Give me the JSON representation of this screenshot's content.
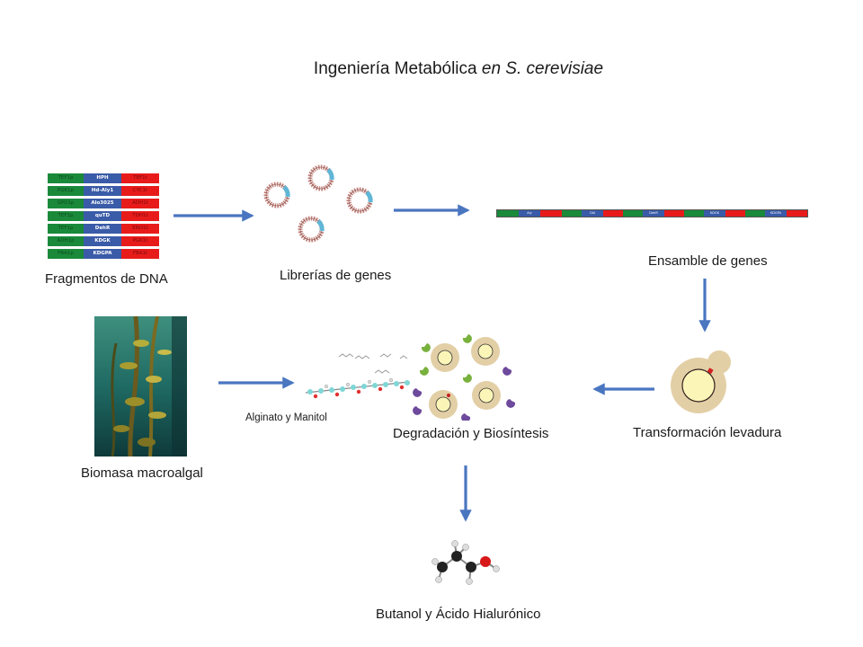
{
  "title": {
    "main": "Ingeniería Metabólica ",
    "italic": "en S. cerevisiae"
  },
  "fragments": {
    "label": "Fragmentos de DNA",
    "rows": [
      {
        "promoter": "TEF1p",
        "gene": "HPH",
        "terminator": "TEF1t"
      },
      {
        "promoter": "PGK1p",
        "gene": "Hd-Aly1",
        "terminator": "CYC1t"
      },
      {
        "promoter": "GPD1p",
        "gene": "Alo3025",
        "terminator": "ADH1t"
      },
      {
        "promoter": "TEF1p",
        "gene": "quTD",
        "terminator": "TDH1t"
      },
      {
        "promoter": "TEF1p",
        "gene": "DehR",
        "terminator": "ENO1t"
      },
      {
        "promoter": "ADH1p",
        "gene": "KDGK",
        "terminator": "PGK1t"
      },
      {
        "promoter": "FBA1p",
        "gene": "KDGPA",
        "terminator": "FBA1t"
      }
    ]
  },
  "libraries": {
    "label": "Librerías de genes"
  },
  "assembly": {
    "label": "Ensamble de genes",
    "segments": [
      "",
      "Aly",
      "",
      "",
      "OAl",
      "",
      "",
      "DehR",
      "",
      "",
      "KDGK",
      "",
      "",
      "KDGPA",
      ""
    ]
  },
  "transformation": {
    "label": "Transformación levadura"
  },
  "biomass": {
    "label": "Biomasa macroalgal"
  },
  "substrate": {
    "label": "Alginato y Manitol"
  },
  "degradation": {
    "label": "Degradación y Biosíntesis"
  },
  "product": {
    "label": "Butanol y Ácido Hialurónico"
  },
  "colors": {
    "arrow": "#4a76c0",
    "promoter": "#1a8a3a",
    "gene": "#3a5ba8",
    "terminator": "#e81b1b",
    "plasmid": "#c0807a",
    "yeast": "#e3cfa6"
  }
}
